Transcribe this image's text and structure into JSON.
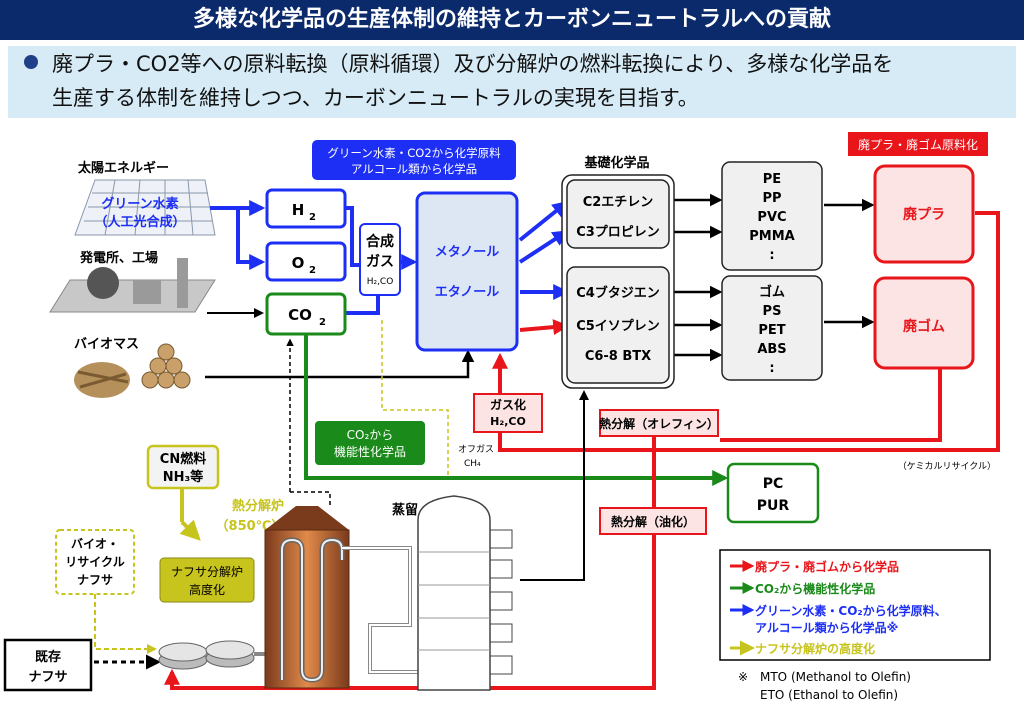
{
  "header": {
    "title": "多様な化学品の生産体制の維持とカーボンニュートラルへの貢献"
  },
  "lead": {
    "line1": "廃プラ・CO2等への原料転換（原料循環）及び分解炉の燃料転換により、多様な化学品を",
    "line2": "生産する体制を維持しつつ、カーボンニュートラルの実現を目指す。"
  },
  "colors": {
    "red": "#e8161b",
    "green": "#1a8a1a",
    "blue": "#1d2ff5",
    "yellow": "#c8c41e",
    "navy": "#0b2a6b"
  },
  "sources": {
    "solar": "太陽エネルギー",
    "green_h2_1": "グリーン水素",
    "green_h2_2": "（人工光合成）",
    "plant": "発電所、工場",
    "biomass": "バイオマス"
  },
  "gases": {
    "h2": "H",
    "o2": "O",
    "co2": "CO",
    "sub2": "2"
  },
  "syngas": {
    "line1": "合成",
    "line2": "ガス",
    "sub": "H₂,CO"
  },
  "alcohol": {
    "methanol": "メタノール",
    "ethanol": "エタノール"
  },
  "labels": {
    "green_title_1": "グリーン水素・CO2から化学原料",
    "green_title_2": "アルコール類から化学品",
    "basic": "基礎化学品",
    "waste_title": "廃プラ・廃ゴム原料化",
    "co2_func_1": "CO₂から",
    "co2_func_2": "機能性化学品",
    "gasify_1": "ガス化",
    "gasify_2": "H₂,CO",
    "pyro_olefin": "熱分解（オレフィン）",
    "pyro_oil": "熱分解（油化）",
    "offgas_1": "オフガス",
    "offgas_2": "CH₄",
    "chem_recycle": "（ケミカルリサイクル）",
    "distill": "蒸留",
    "cn_fuel_1": "CN燃料",
    "cn_fuel_2": "NH₃等",
    "cracker_1": "熱分解炉",
    "cracker_2": "（850℃）",
    "upgrade_1": "ナフサ分解炉",
    "upgrade_2": "高度化",
    "bio_naphtha_1": "バイオ・",
    "bio_naphtha_2": "リサイクル",
    "bio_naphtha_3": "ナフサ",
    "existing_1": "既存",
    "existing_2": "ナフサ"
  },
  "basic_chemicals": {
    "c2": "C2エチレン",
    "c3": "C3プロピレン",
    "c4": "C4ブタジエン",
    "c5": "C5イソプレン",
    "c68": "C6-8 BTX"
  },
  "products_top": [
    "PE",
    "PP",
    "PVC",
    "PMMA",
    ":"
  ],
  "products_bottom": [
    "ゴム",
    "PS",
    "PET",
    "ABS",
    ":"
  ],
  "pc_pur": [
    "PC",
    "PUR"
  ],
  "waste": {
    "plastic": "廃プラ",
    "rubber": "廃ゴム"
  },
  "legend": {
    "red": "廃プラ・廃ゴムから化学品",
    "green": "CO₂から機能性化学品",
    "blue_1": "グリーン水素・CO₂から化学原料、",
    "blue_2": "アルコール類から化学品※",
    "yellow": "ナフサ分解炉の高度化"
  },
  "footnote": {
    "mark": "※",
    "line1": "MTO (Methanol to Olefin)",
    "line2": "ETO (Ethanol to Olefin)"
  }
}
